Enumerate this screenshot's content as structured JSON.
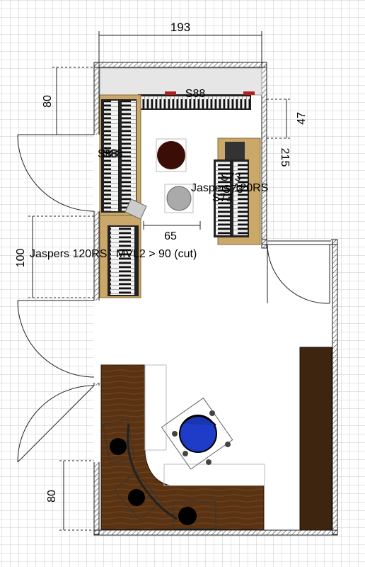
{
  "dimensions": {
    "top_width": "193",
    "left_upper": "80",
    "right_gap": "47",
    "right_height": "215",
    "center_offset": "65",
    "left_middle": "100",
    "left_lower": "80"
  },
  "labels": {
    "s88_top": "S88",
    "s88_left_a": "S88",
    "s88_left_b": "S88",
    "jaspers_right": "Jaspers 120RS",
    "s73_a": "S73",
    "s73_b": "S73",
    "s73_c": "S73",
    "jaspers_left": "Jaspers 120RS",
    "mvl_cut": "MVL2 > 90 (cut)"
  },
  "colors": {
    "wall_hatch": "#555555",
    "wood_desk": "#5a3312",
    "cabinet": "#3e2510",
    "keyboard_stand": "#c9a86a",
    "chair": "#1f3cc8",
    "grid": "#c8c8c8"
  }
}
